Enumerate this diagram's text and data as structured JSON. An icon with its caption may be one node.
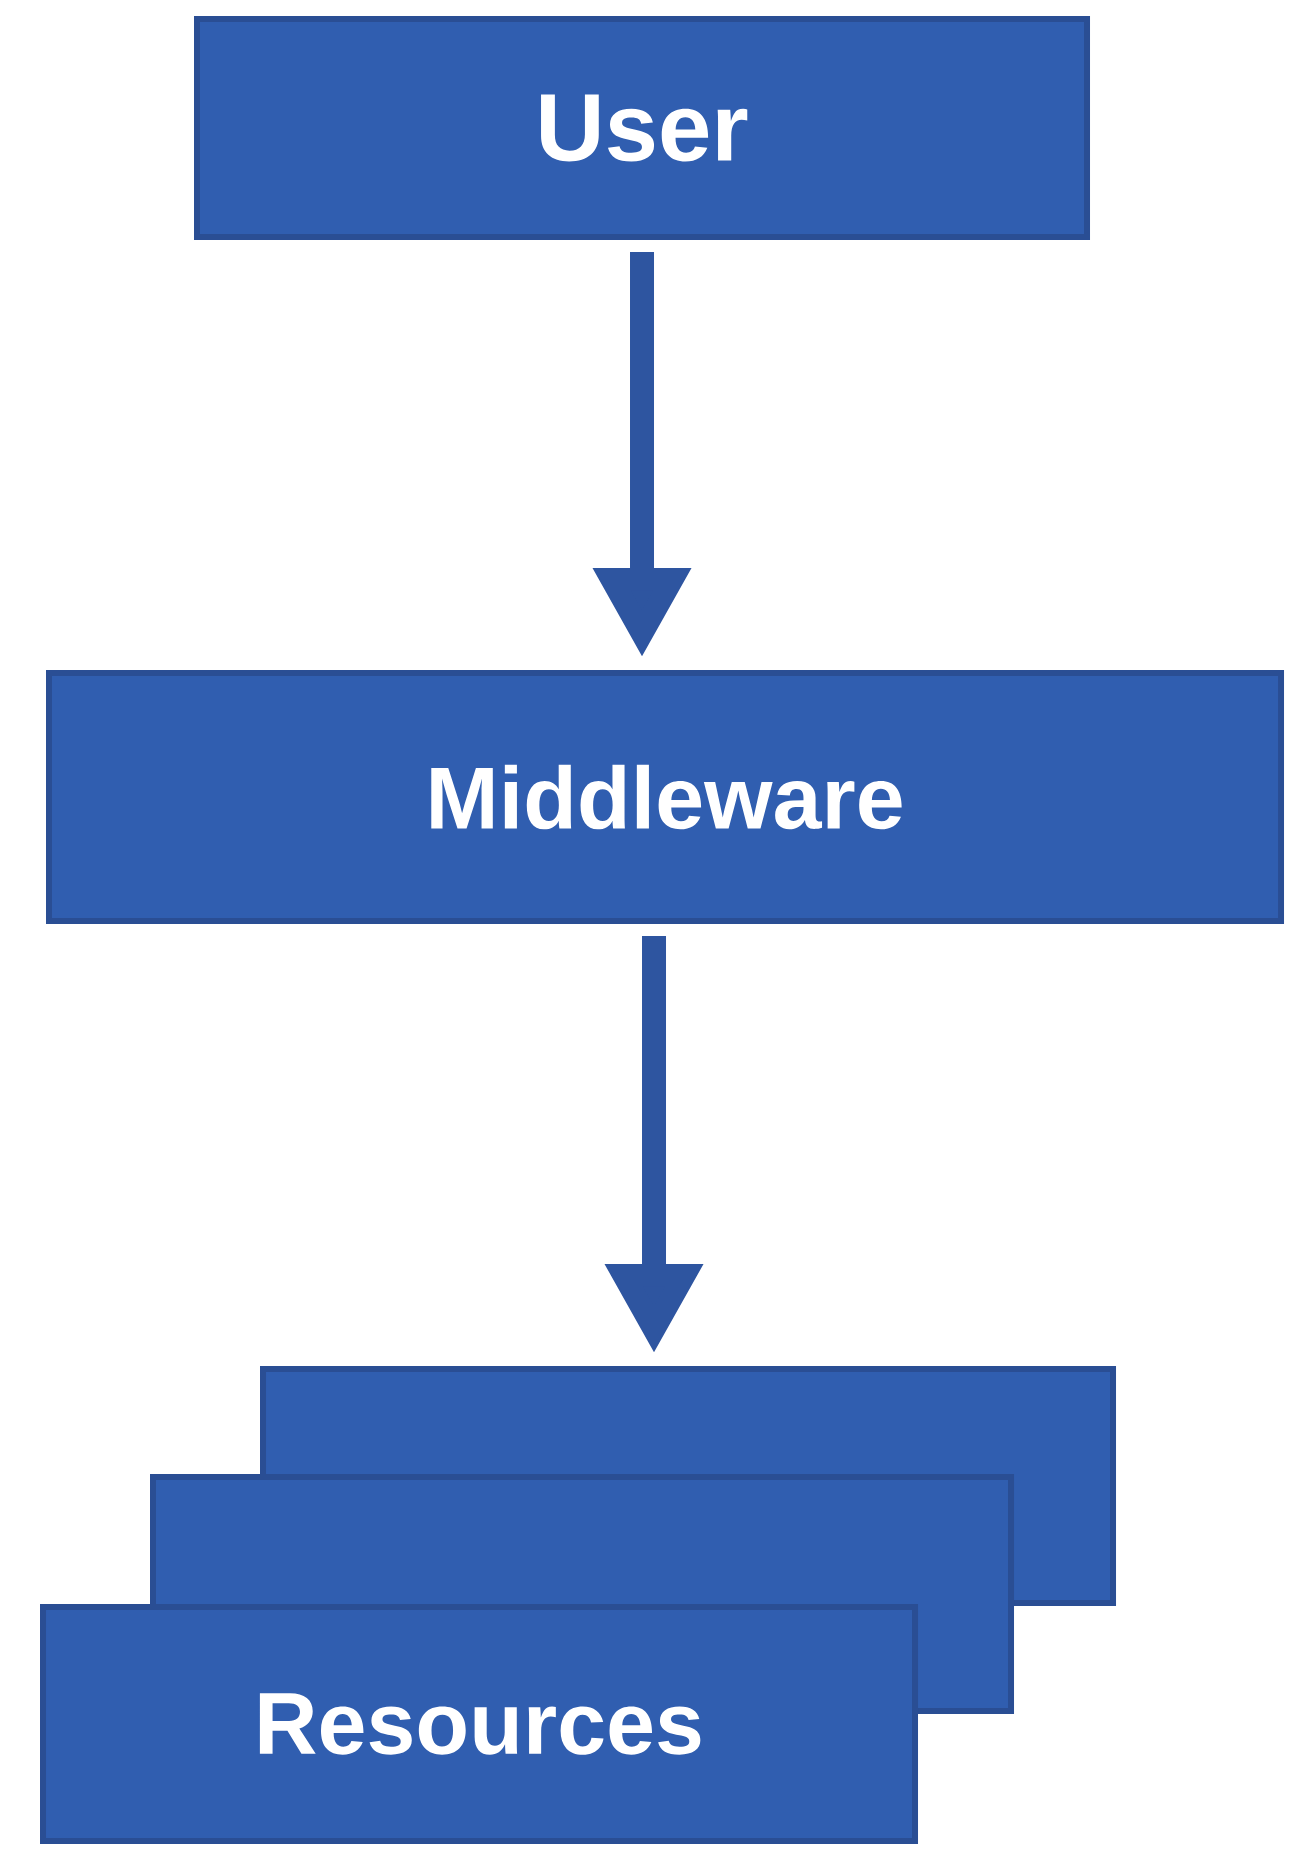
{
  "diagram": {
    "nodes": [
      {
        "text": [
          "User"
        ]
      },
      {
        "text": [
          "Middleware"
        ]
      },
      {
        "text": [],
        "shape": "box"
      },
      {
        "text": [],
        "shape": "box"
      },
      {
        "text": [
          "Resources"
        ]
      }
    ],
    "edges": [
      {
        "from": 0,
        "to": 1,
        "arrow": "to"
      },
      {
        "from": 1,
        "to": 2,
        "arrow": "to"
      }
    ]
  }
}
